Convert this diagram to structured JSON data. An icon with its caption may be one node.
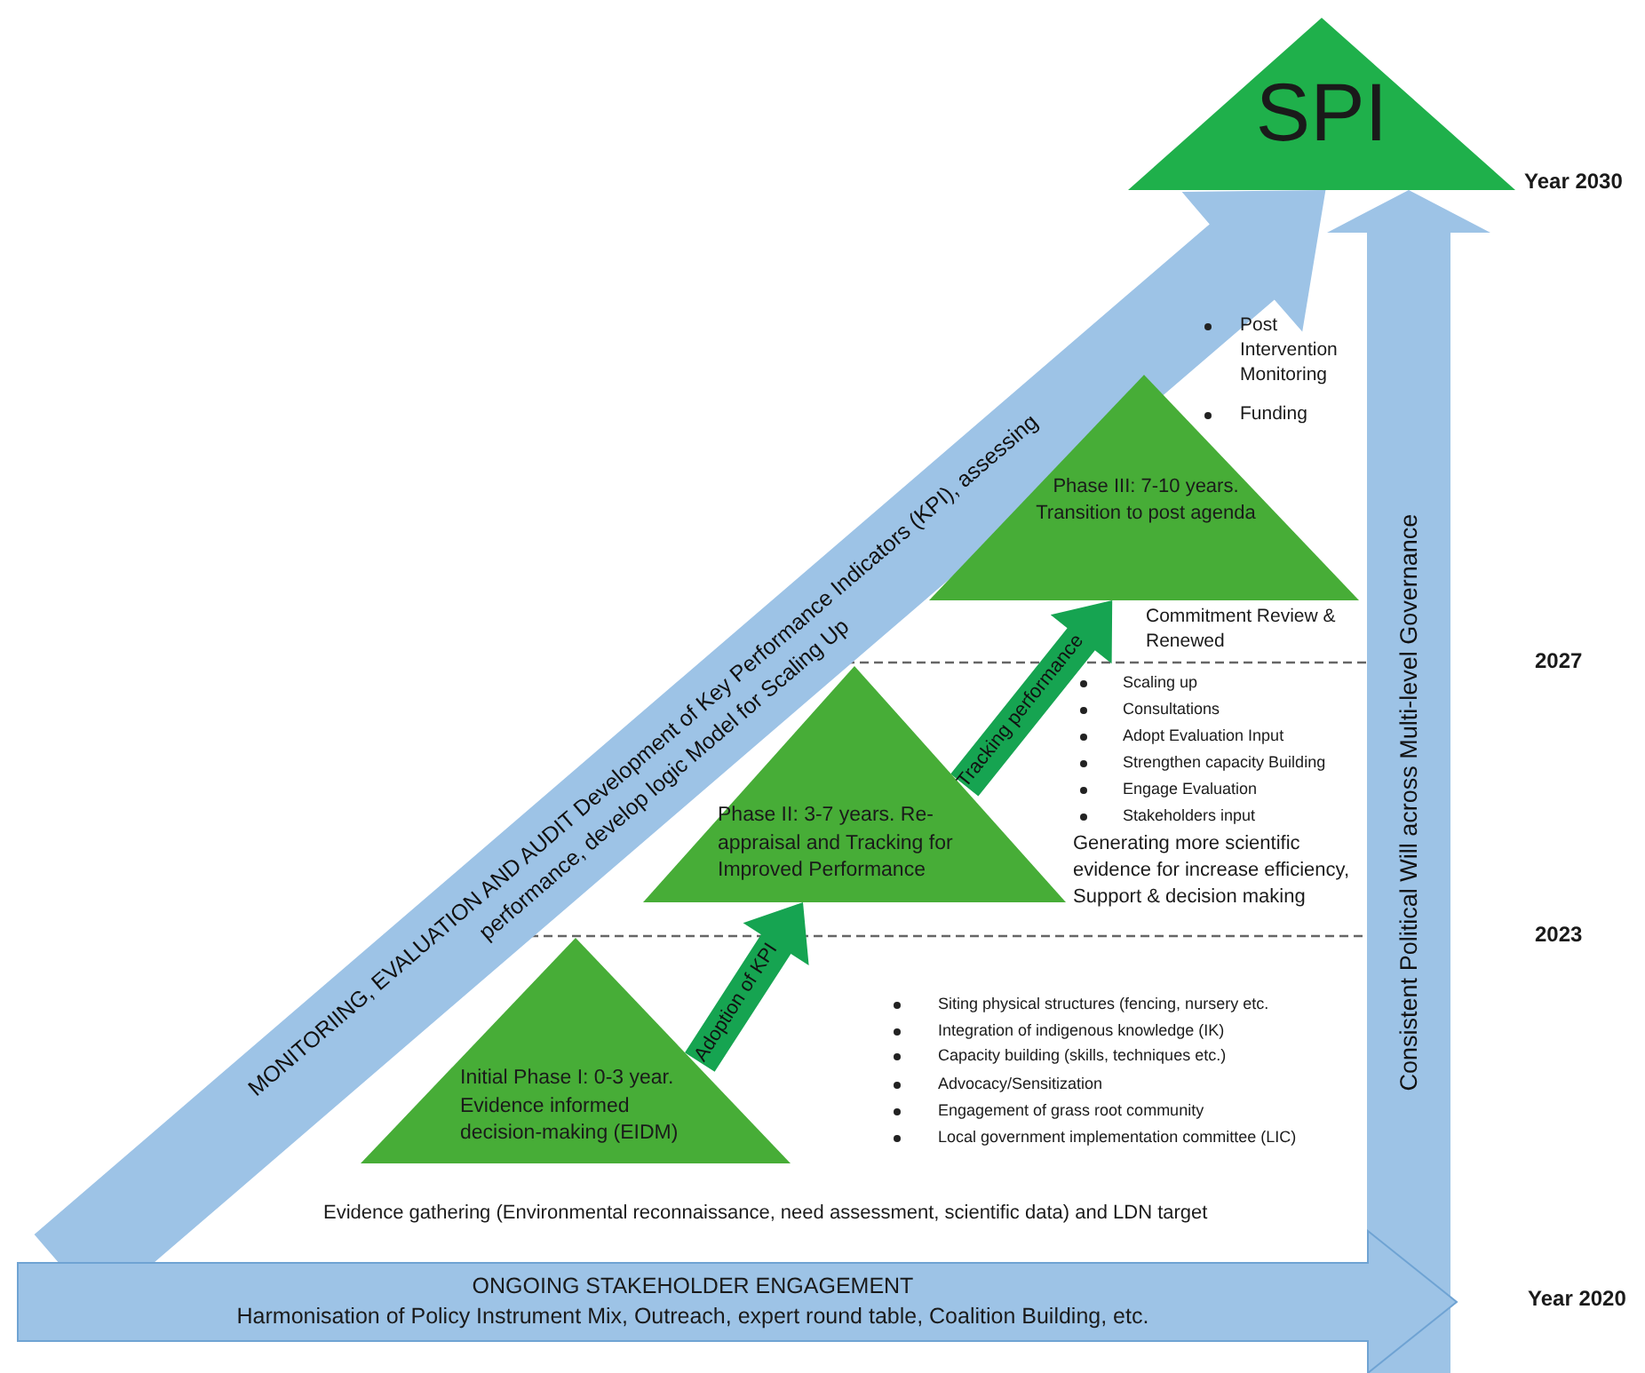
{
  "diagram": {
    "nodes": [
      {
        "text": [
          "SPI"
        ]
      },
      {
        "text": [
          "Initial Phase I: 0-3 year. Evidence informed decision-making (EIDM)"
        ]
      },
      {
        "text": [
          "Phase II: 3-7 years. Re-appraisal and Tracking for Improved Performance"
        ]
      },
      {
        "text": [
          "Phase III: 7-10 years. Transition to post agenda"
        ]
      },
      {
        "text": [
          "ONGOING STAKEHOLDER ENGAGEMENT",
          "Harmonisation of Policy Instrument Mix, Outreach, expert round table, Coalition Building, etc."
        ]
      }
    ],
    "edges": [
      {
        "from": 1,
        "to": 2,
        "arrow": "to",
        "label": "Adoption of KPI"
      },
      {
        "from": 2,
        "to": 3,
        "arrow": "to",
        "label": "Tracking performance"
      },
      {
        "from": 4,
        "to": 0,
        "arrow": "to",
        "label": "MONITORIING, EVALUATION AND AUDIT Development of Key Performance Indicators (KPI), assessing performance, develop logic Model for Scaling Up",
        "style": "thick",
        "color": "#9dc3e6"
      },
      {
        "from": null,
        "to": 0,
        "arrow": "to",
        "label": "Consistent Political Will across Multi-level Governance",
        "style": "thick",
        "color": "#9dc3e6"
      }
    ],
    "labels": [
      "Year 2030",
      "Post Intervention Monitoring",
      "Funding",
      "Commitment Review & Renewed",
      "2027",
      "Scaling up",
      "Consultations",
      "Adopt Evaluation Input",
      "Strengthen capacity Building",
      "Engage Evaluation",
      "Stakeholders input",
      "Generating more scientific evidence for increase efficiency, Support & decision making",
      "2023",
      "Siting physical structures (fencing, nursery etc.",
      "Integration of indigenous knowledge (IK)",
      "Capacity building (skills, techniques etc.)",
      "Advocacy/Sensitization",
      "Engagement of grass root community",
      "Local government implementation committee (LIC)",
      "Evidence gathering (Environmental reconnaissance, need assessment, scientific data) and LDN target",
      "Year 2020"
    ]
  }
}
